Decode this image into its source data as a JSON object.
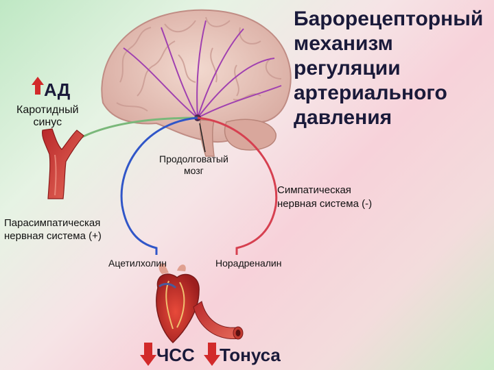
{
  "title": {
    "lines": [
      "Барорецепторный",
      "механизм",
      "регуляции",
      "артериального",
      "давления"
    ]
  },
  "labels": {
    "bp": "АД",
    "carotid_sinus": [
      "Каротидный",
      "синус"
    ],
    "medulla": [
      "Продолговатый",
      "мозг"
    ],
    "sympathetic": [
      "Симпатическая",
      "нервная система (-)"
    ],
    "parasympathetic": [
      "Парасимпатическая",
      "нервная система (+)"
    ],
    "acetylcholine": "Ацетилхолин",
    "noradrenaline": "Норадреналин",
    "heart_rate": "ЧСС",
    "tone": "Тонуса"
  },
  "colors": {
    "arrow_up": "#d22a2a",
    "arrow_down": "#d22a2a",
    "afferent_nerve": "#7ab87a",
    "parasympathetic_nerve": "#3056c8",
    "sympathetic_nerve": "#d64050",
    "brain_pathways": "#a040b0",
    "title_text": "#1a1a3a"
  },
  "icons": [
    "arrow-up-icon",
    "arrow-down-icon",
    "brain-illustration",
    "carotid-artery-illustration",
    "heart-illustration",
    "blood-vessel-illustration"
  ]
}
